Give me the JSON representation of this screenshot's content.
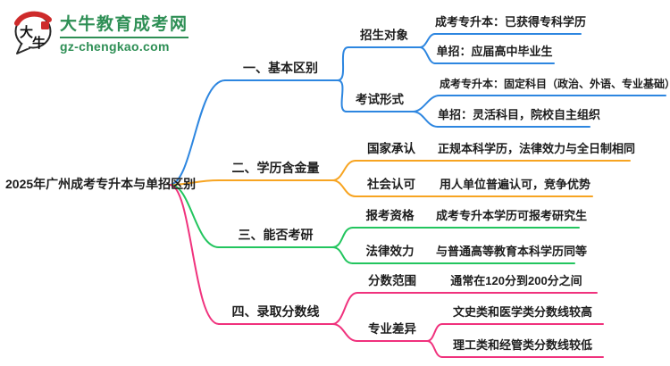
{
  "site": {
    "logo_title": "大牛教育成考网",
    "logo_domain": "gz-chengkao.com",
    "logo_mark_char1": "大",
    "logo_mark_char2": "牛"
  },
  "colors": {
    "branch_blue": "#2d86e0",
    "branch_orange": "#f7a421",
    "branch_green": "#22c55e",
    "branch_pink": "#f0327d",
    "logo_green": "#2e8f55",
    "logo_red": "#ce2b2b",
    "text": "#1d1d1d"
  },
  "mindmap": {
    "root": "2025年广州成考专升本与单招区别",
    "branches": [
      {
        "label": "一、基本区别",
        "color": "#2d86e0",
        "children": [
          {
            "label": "招生对象",
            "leaves": [
              "成考专升本：已获得专科学历",
              "单招：应届高中毕业生"
            ]
          },
          {
            "label": "考试形式",
            "leaves": [
              "成考专升本：固定科目（政治、外语、专业基础）",
              "单招：灵活科目，院校自主组织"
            ]
          }
        ]
      },
      {
        "label": "二、学历含金量",
        "color": "#f7a421",
        "children": [
          {
            "label": "国家承认",
            "leaves": [
              "正规本科学历，法律效力与全日制相同"
            ]
          },
          {
            "label": "社会认可",
            "leaves": [
              "用人单位普遍认可，竞争优势"
            ]
          }
        ]
      },
      {
        "label": "三、能否考研",
        "color": "#22c55e",
        "children": [
          {
            "label": "报考资格",
            "leaves": [
              "成考专升本学历可报考研究生"
            ]
          },
          {
            "label": "法律效力",
            "leaves": [
              "与普通高等教育本科学历同等"
            ]
          }
        ]
      },
      {
        "label": "四、录取分数线",
        "color": "#f0327d",
        "children": [
          {
            "label": "分数范围",
            "leaves": [
              "通常在120分到200分之间"
            ]
          },
          {
            "label": "专业差异",
            "leaves": [
              "文史类和医学类分数线较高",
              "理工类和经管类分数线较低"
            ]
          }
        ]
      }
    ]
  }
}
